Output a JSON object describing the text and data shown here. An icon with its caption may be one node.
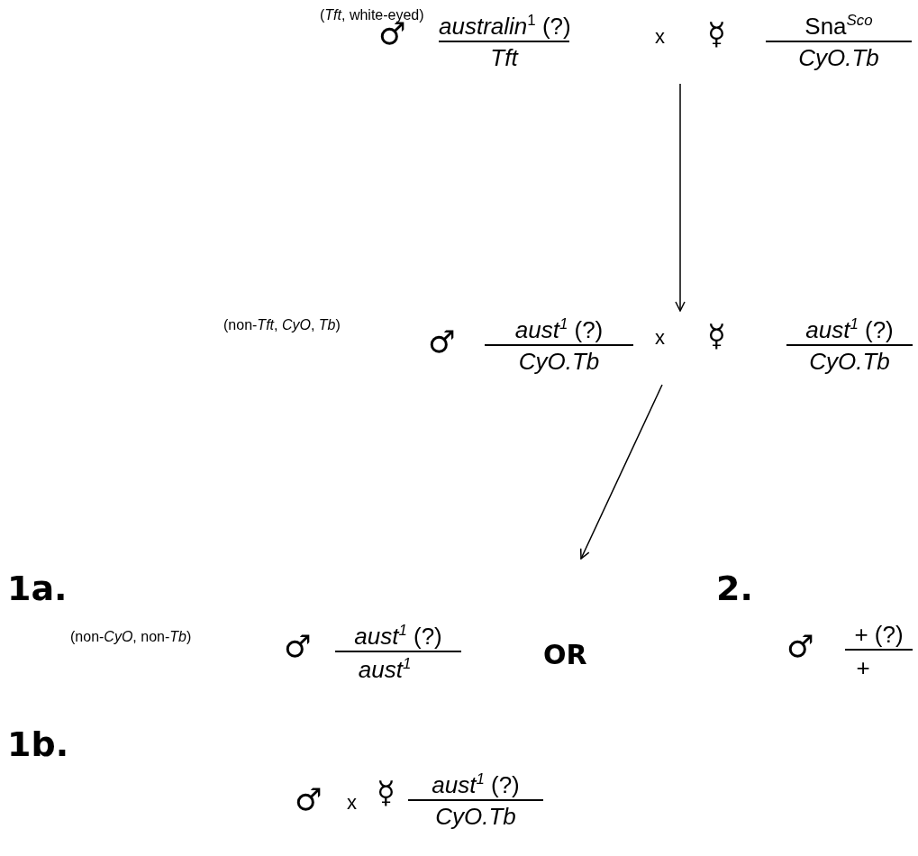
{
  "diagram": {
    "nodes": [
      {
        "text": [
          "(*Tft*, white-eyed)",
          "♂",
          "*australin*$^{1}$ (?)",
          "Tft",
          "x",
          "☿",
          "Sna$^{Sco}$",
          "CyO.Tb"
        ]
      },
      {
        "text": [
          "(non-*Tft*, *CyO*, *Tb*)",
          "♂",
          "*aust*$^{1}$ (?)",
          "CyO.Tb",
          "x",
          "☿",
          "*aust*$^{1}$ (?)",
          "CyO.Tb"
        ]
      }
    ],
    "edges": [
      {
        "from": 0,
        "to": 1,
        "arrow": "to"
      },
      {
        "from": 1,
        "to": null,
        "arrow": "to"
      }
    ],
    "labels": [
      "1a.",
      "(non-*CyO*, non-*Tb*)",
      "♂",
      "*aust*$^{1}$ (?)",
      "aust$^{1}$",
      "OR",
      "2.",
      "♂",
      "+ (?)",
      "+",
      "1b.",
      "♂",
      "x",
      "☿",
      "*aust*$^{1}$ (?)",
      "CyO.Tb"
    ]
  }
}
